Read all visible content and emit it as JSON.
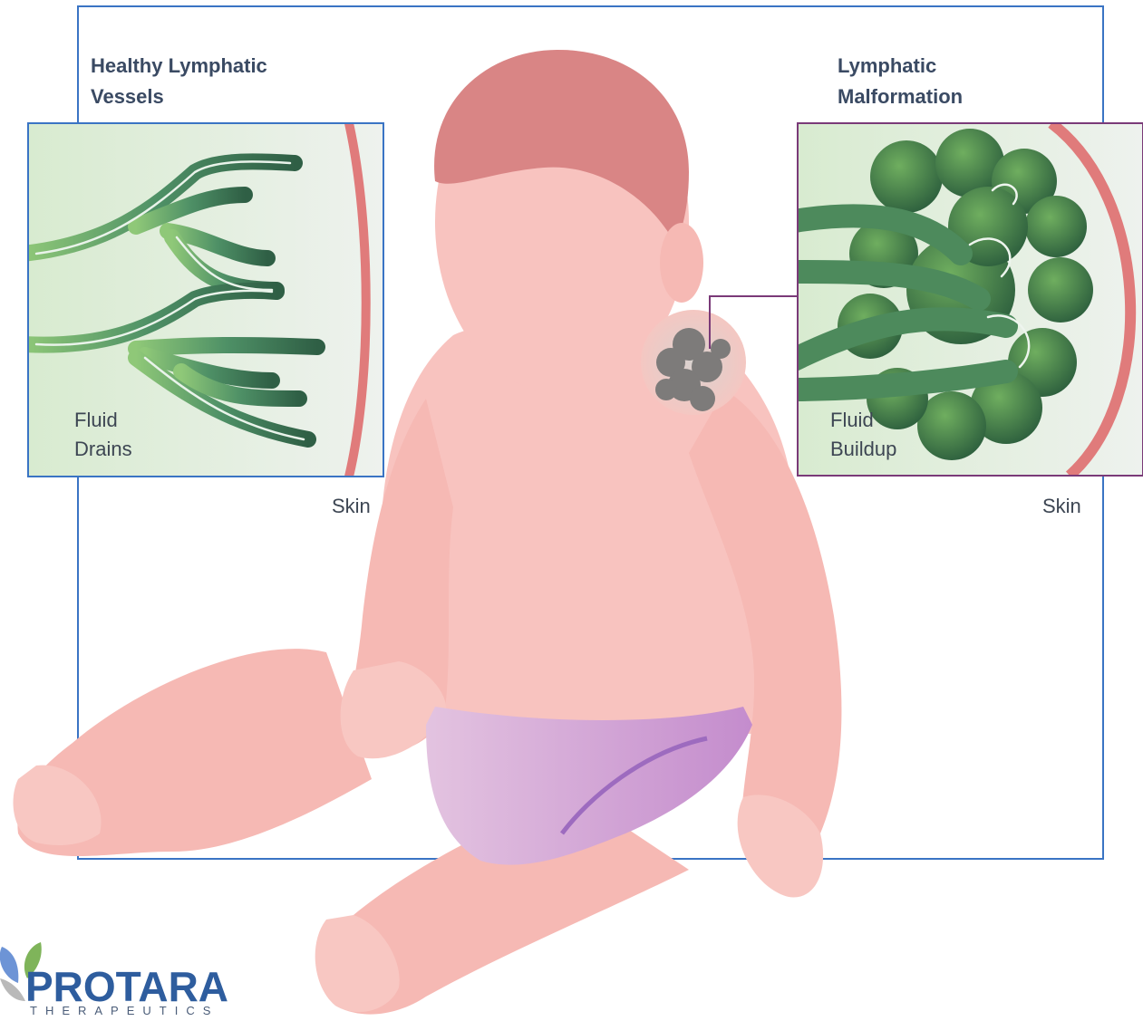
{
  "panels": {
    "healthy": {
      "title_line1": "Healthy Lymphatic",
      "title_line2": "Vessels",
      "caption_line1": "Fluid",
      "caption_line2": "Drains",
      "skin_label": "Skin"
    },
    "malformation": {
      "title_line1": "Lymphatic",
      "title_line2": "Malformation",
      "caption_line1": "Fluid",
      "caption_line2": "Buildup",
      "skin_label": "Skin"
    }
  },
  "logo": {
    "name": "PROTARA",
    "tagline": "THERAPEUTICS"
  },
  "colors": {
    "frame_blue": "#3a74c4",
    "callout_purple": "#7a3a78",
    "skin_pink": "#f8c3bf",
    "hair": "#d98585",
    "diaper": "#c892cf",
    "vessel_green": "#3d7a52",
    "skin_band": "#e07b7b"
  }
}
